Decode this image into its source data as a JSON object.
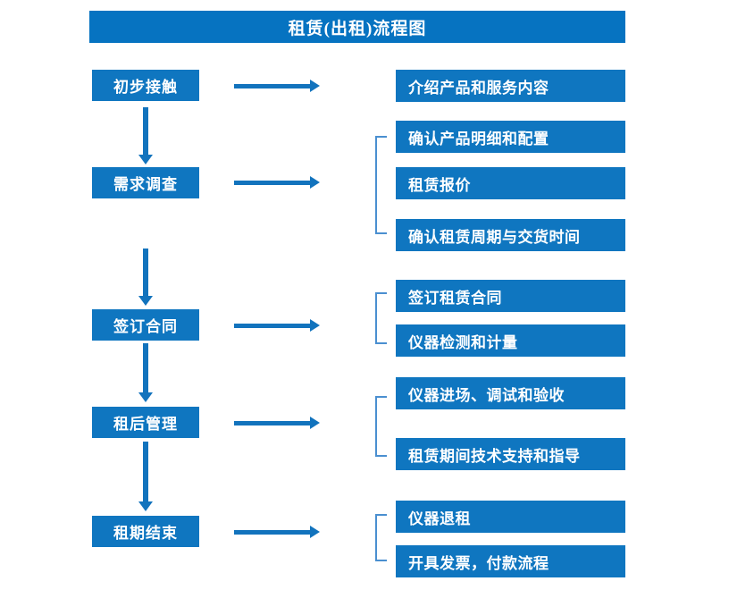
{
  "title": "租赁(出租)流程图",
  "colors": {
    "banner": "#0673c1",
    "box": "#0f76c0",
    "arrow": "#1273bd",
    "bracket": "#4a8fd0",
    "text": "#ffffff",
    "background": "#ffffff"
  },
  "stages": [
    {
      "label": "初步接触"
    },
    {
      "label": "需求调查"
    },
    {
      "label": "签订合同"
    },
    {
      "label": "租后管理"
    },
    {
      "label": "租期结束"
    }
  ],
  "details": {
    "group1": [
      {
        "label": "介绍产品和服务内容"
      }
    ],
    "group2": [
      {
        "label": "确认产品明细和配置"
      },
      {
        "label": "租赁报价"
      },
      {
        "label": "确认租赁周期与交货时间"
      }
    ],
    "group3": [
      {
        "label": "签订租赁合同"
      },
      {
        "label": "仪器检测和计量"
      }
    ],
    "group4": [
      {
        "label": "仪器进场、调试和验收"
      },
      {
        "label": "租赁期间技术支持和指导"
      }
    ],
    "group5": [
      {
        "label": "仪器退租"
      },
      {
        "label": "开具发票，付款流程"
      }
    ]
  }
}
